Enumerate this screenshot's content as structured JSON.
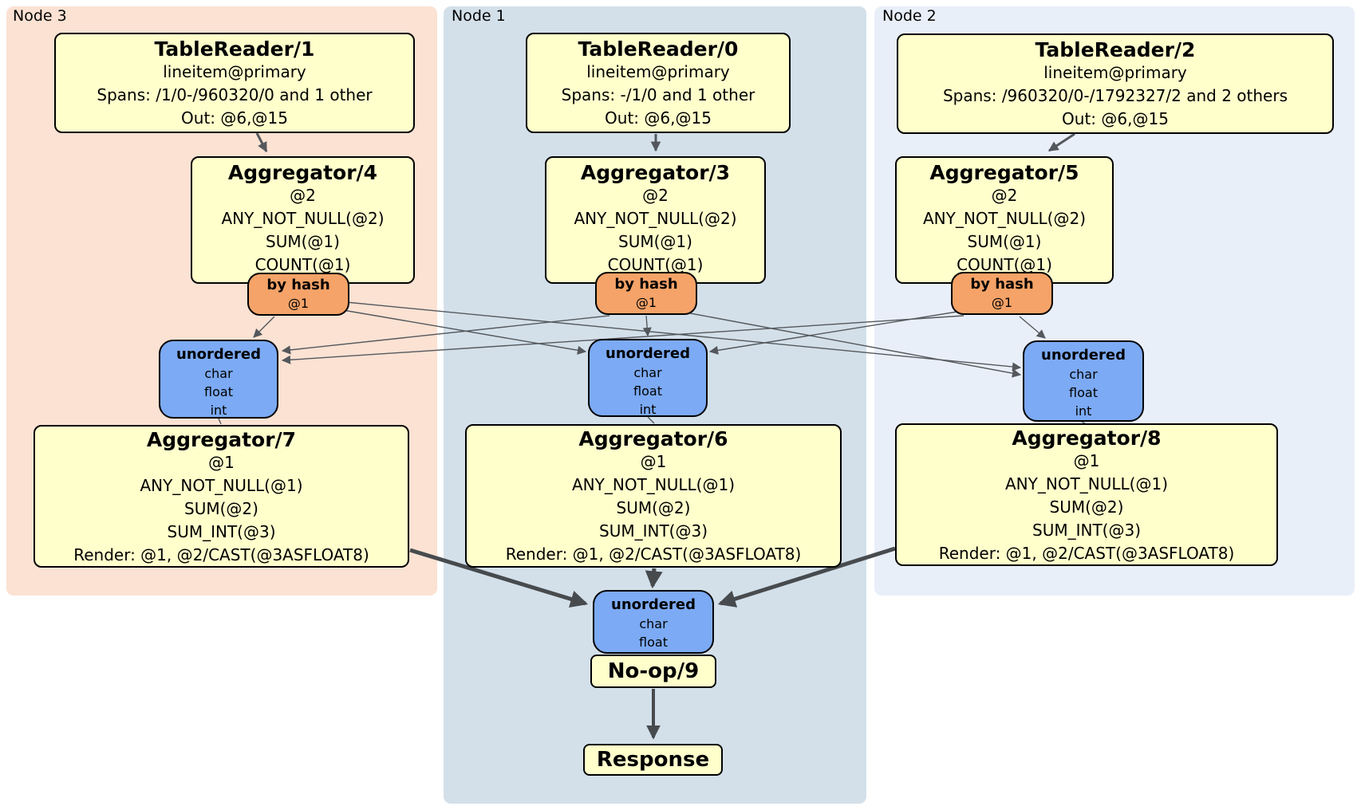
{
  "regions": {
    "node3": {
      "label": "Node 3"
    },
    "node1": {
      "label": "Node 1"
    },
    "node2": {
      "label": "Node 2"
    }
  },
  "processors": {
    "tablereader1": {
      "title": "TableReader/1",
      "lines": [
        "lineitem@primary",
        "Spans: /1/0-/960320/0 and 1 other",
        "Out: @6,@15"
      ]
    },
    "tablereader0": {
      "title": "TableReader/0",
      "lines": [
        "lineitem@primary",
        "Spans: -/1/0 and 1 other",
        "Out: @6,@15"
      ]
    },
    "tablereader2": {
      "title": "TableReader/2",
      "lines": [
        "lineitem@primary",
        "Spans: /960320/0-/1792327/2 and 2 others",
        "Out: @6,@15"
      ]
    },
    "aggregator4": {
      "title": "Aggregator/4",
      "lines": [
        "@2",
        "ANY_NOT_NULL(@2)",
        "SUM(@1)",
        "COUNT(@1)"
      ]
    },
    "aggregator3": {
      "title": "Aggregator/3",
      "lines": [
        "@2",
        "ANY_NOT_NULL(@2)",
        "SUM(@1)",
        "COUNT(@1)"
      ]
    },
    "aggregator5": {
      "title": "Aggregator/5",
      "lines": [
        "@2",
        "ANY_NOT_NULL(@2)",
        "SUM(@1)",
        "COUNT(@1)"
      ]
    },
    "aggregator7": {
      "title": "Aggregator/7",
      "lines": [
        "@1",
        "ANY_NOT_NULL(@1)",
        "SUM(@2)",
        "SUM_INT(@3)",
        "Render: @1, @2/CAST(@3ASFLOAT8)"
      ]
    },
    "aggregator6": {
      "title": "Aggregator/6",
      "lines": [
        "@1",
        "ANY_NOT_NULL(@1)",
        "SUM(@2)",
        "SUM_INT(@3)",
        "Render: @1, @2/CAST(@3ASFLOAT8)"
      ]
    },
    "aggregator8": {
      "title": "Aggregator/8",
      "lines": [
        "@1",
        "ANY_NOT_NULL(@1)",
        "SUM(@2)",
        "SUM_INT(@3)",
        "Render: @1, @2/CAST(@3ASFLOAT8)"
      ]
    },
    "noop": {
      "title": "No-op/9"
    },
    "response": {
      "title": "Response"
    }
  },
  "routers": {
    "node3": {
      "title": "by hash",
      "detail": "@1"
    },
    "node1": {
      "title": "by hash",
      "detail": "@1"
    },
    "node2": {
      "title": "by hash",
      "detail": "@1"
    }
  },
  "streams": {
    "node3": {
      "title": "unordered",
      "columns": [
        "char",
        "float",
        "int"
      ]
    },
    "node1": {
      "title": "unordered",
      "columns": [
        "char",
        "float",
        "int"
      ]
    },
    "node2": {
      "title": "unordered",
      "columns": [
        "char",
        "float",
        "int"
      ]
    },
    "final": {
      "title": "unordered",
      "columns": [
        "char",
        "float"
      ]
    }
  },
  "colors": {
    "node3_background": "#fbe2d3",
    "node1_background": "#d3e0ea",
    "node2_background": "#e9eff9",
    "processor_background": "#ffffcc",
    "router_background": "#f5a368",
    "stream_background": "#7caaf4",
    "edge": "#54585c",
    "thick_edge": "#474b4e"
  }
}
